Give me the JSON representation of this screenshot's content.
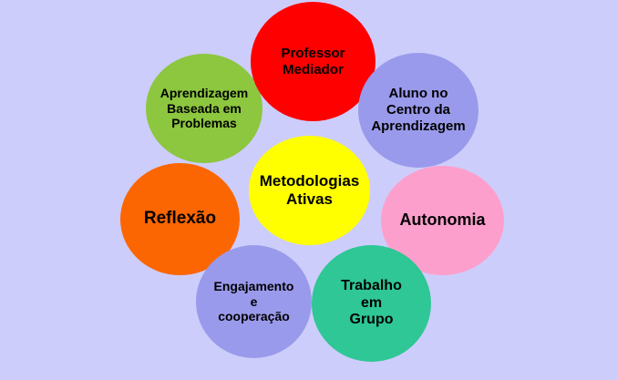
{
  "diagram": {
    "title": "Metodologias Ativas concept diagram",
    "background_color": "#CDCDFB",
    "text_color": "#000000"
  },
  "circles": [
    {
      "name": "reflexao",
      "label": "Reflexão",
      "color": "#FB6602"
    },
    {
      "name": "aprendizagem-baseada-em-problemas",
      "label": "Aprendizagem\nBaseada em\nProblemas",
      "color": "#8DC63F"
    },
    {
      "name": "professor-mediador",
      "label": "Professor\nMediador",
      "color": "#FE0000"
    },
    {
      "name": "aluno-no-centro-da-aprendizagem",
      "label": "Aluno no\nCentro da\nAprendizagem",
      "color": "#9A9AEC"
    },
    {
      "name": "autonomia",
      "label": "Autonomia",
      "color": "#FD9FCD"
    },
    {
      "name": "engajamento-e-cooperacao",
      "label": "Engajamento\ne\ncooperação",
      "color": "#9A9AEC"
    },
    {
      "name": "trabalho-em-grupo",
      "label": "Trabalho\nem\nGrupo",
      "color": "#2EC795"
    },
    {
      "name": "metodologias-ativas",
      "label": "Metodologias\nAtivas",
      "color": "#FFFF00"
    }
  ]
}
